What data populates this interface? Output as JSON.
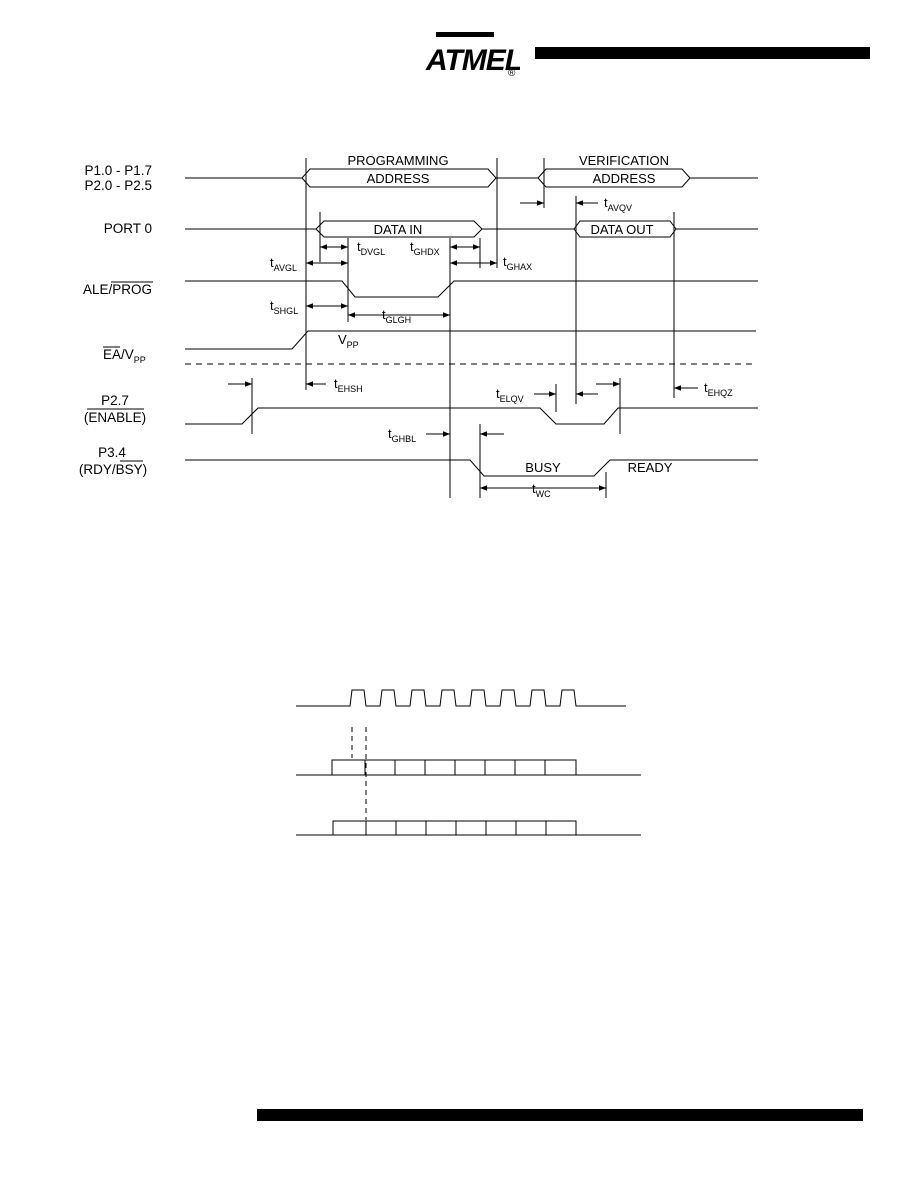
{
  "header": {
    "logo_text": "ATMEL",
    "registered_mark": "®"
  },
  "signals": {
    "p1": "P1.0  -  P1.7",
    "p2": "P2.0  -  P2.5",
    "port0": "PORT  0",
    "ale": "ALE/PROG",
    "ea": "EA/V",
    "ea_sub": "PP",
    "p27": "P2.7",
    "enable": "(ENABLE)",
    "p34": "P3.4",
    "rdy": "(RDY/BSY)"
  },
  "bus_labels": {
    "prog_line1": "PROGRAMMING",
    "prog_line2": "ADDRESS",
    "verif_line1": "VERIFICATION",
    "verif_line2": "ADDRESS",
    "data_in": "DATA  IN",
    "data_out": "DATA  OUT",
    "vpp": "V",
    "vpp_sub": "PP",
    "busy": "BUSY",
    "ready": "READY"
  },
  "timing": {
    "avqv": "AVQV",
    "avgl": "AVGL",
    "dvgl": "DVGL",
    "ghdx": "GHDX",
    "ghax": "GHAX",
    "shgl": "SHGL",
    "glgh": "GLGH",
    "ehsh": "EHSH",
    "elqv": "ELQV",
    "ehqz": "EHQZ",
    "ghbl": "GHBL",
    "wc": "WC",
    "t": "t"
  }
}
